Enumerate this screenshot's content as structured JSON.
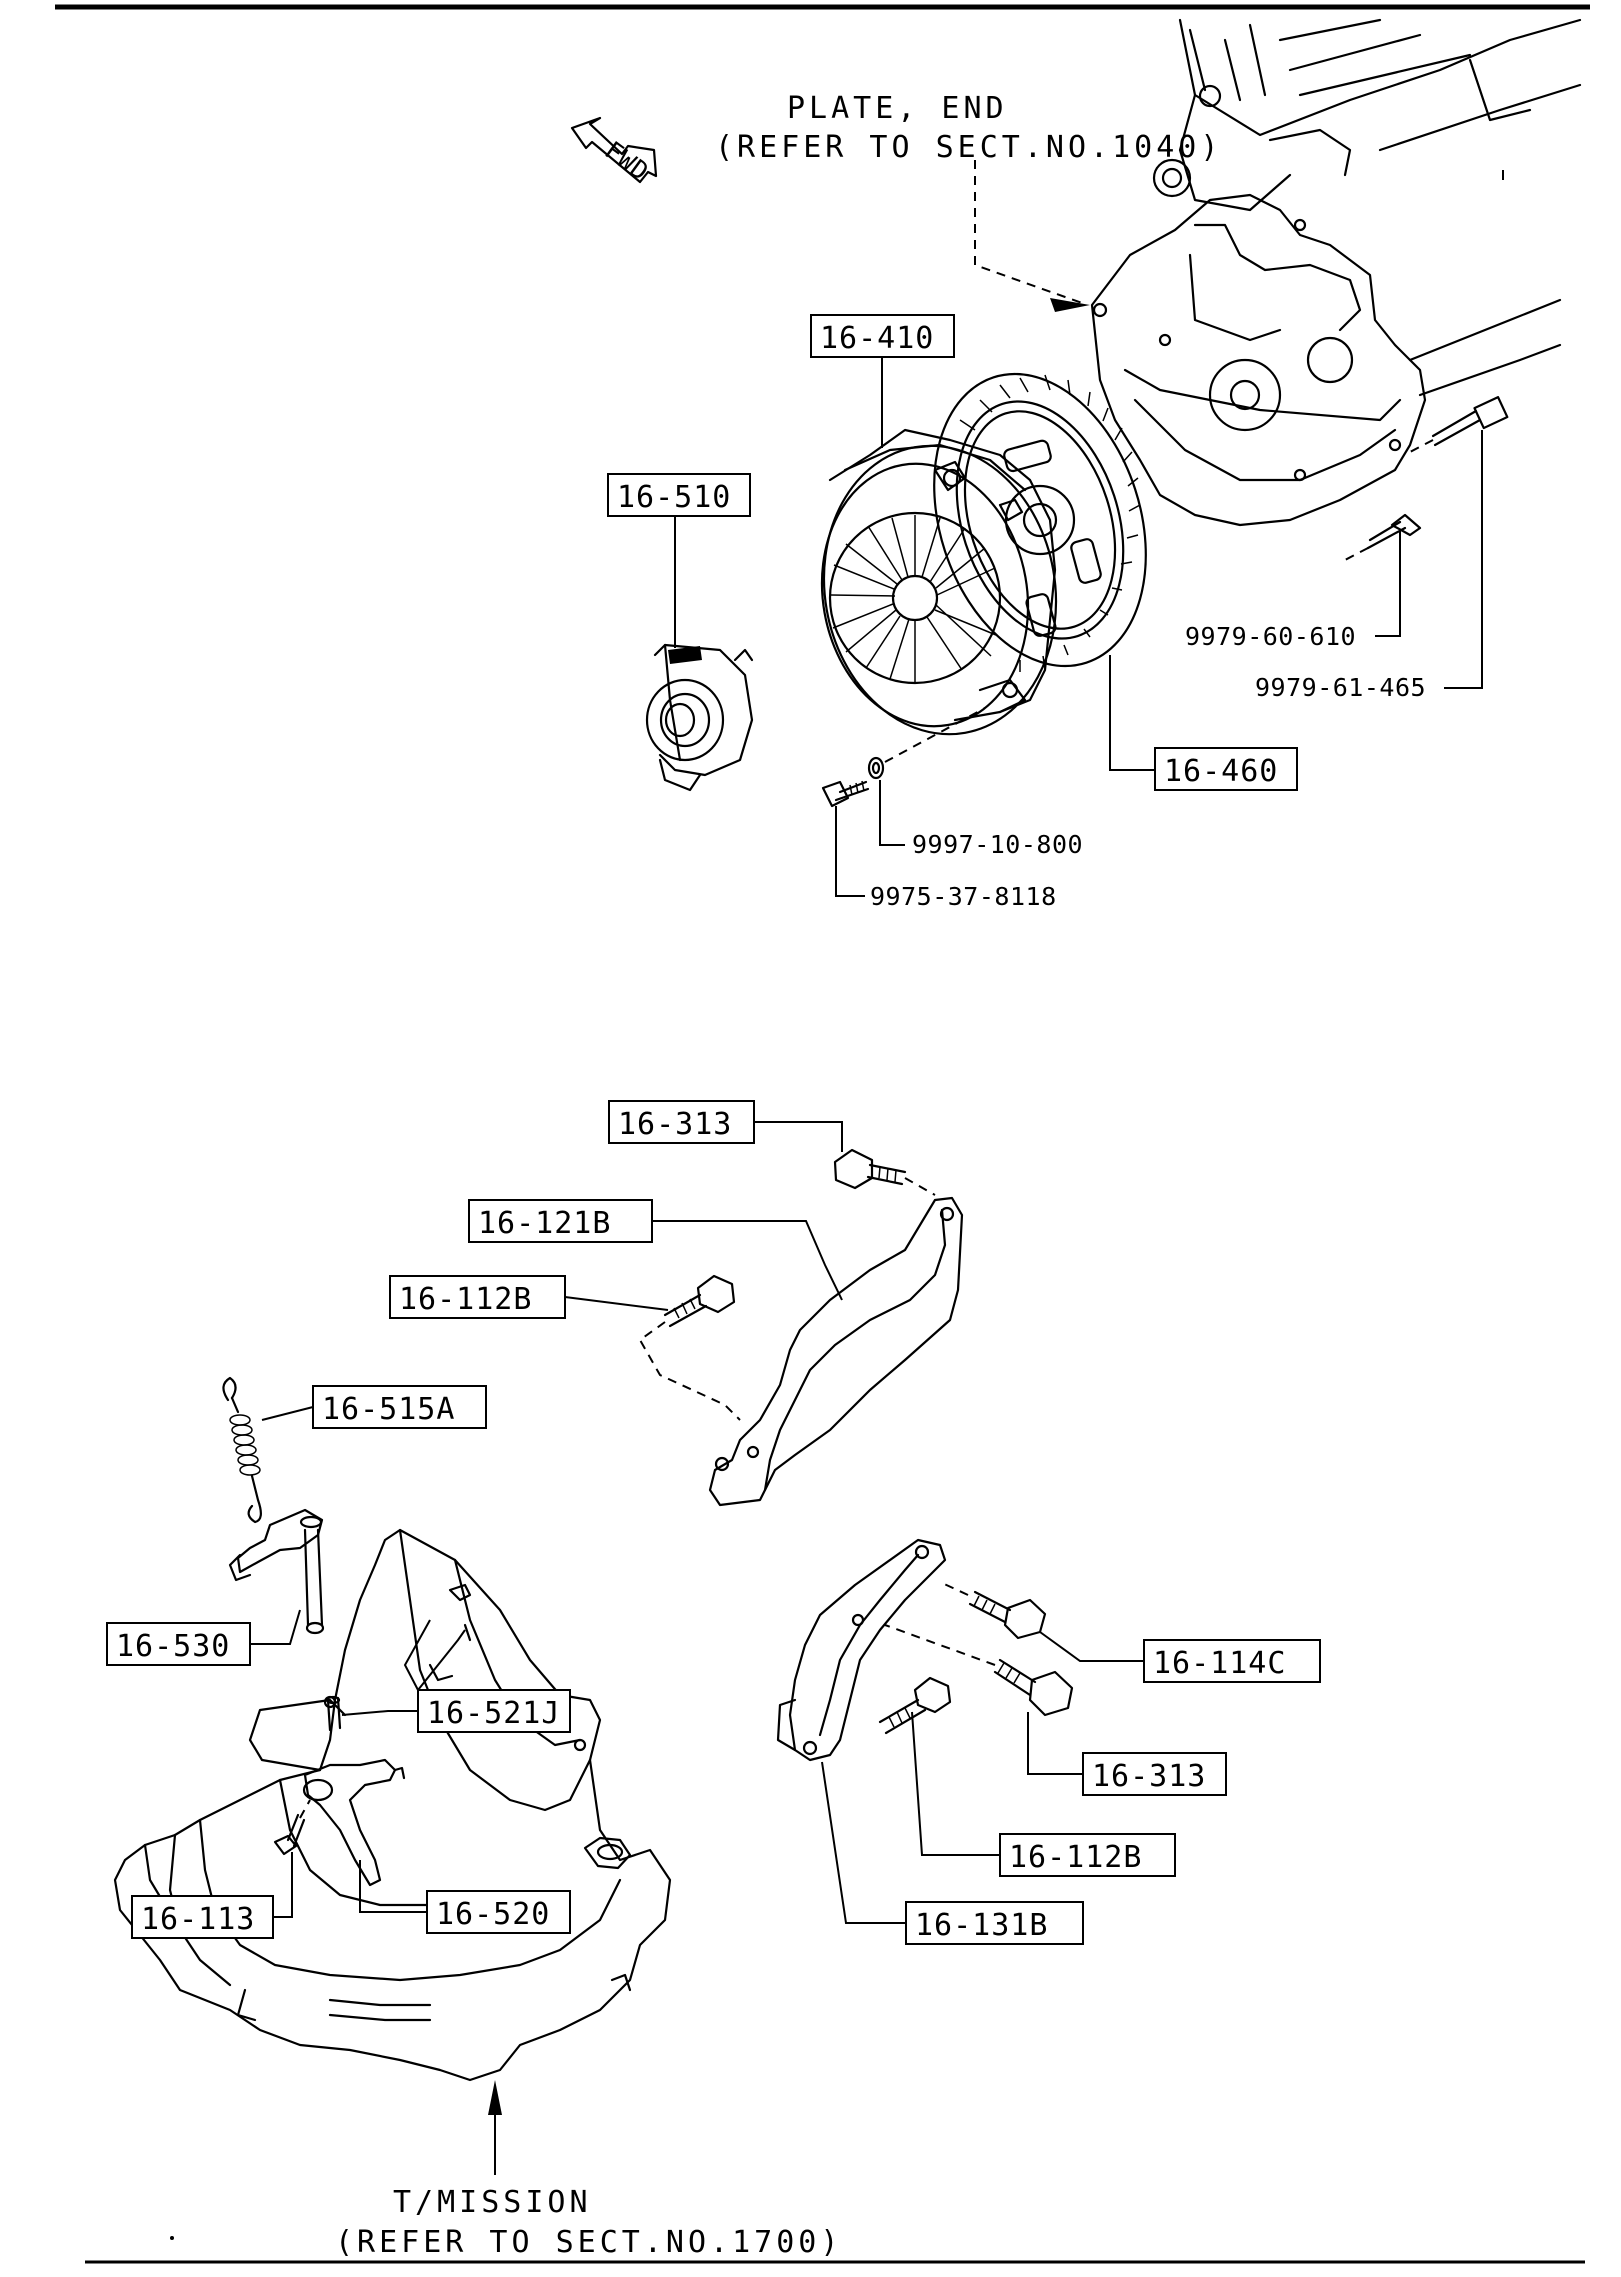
{
  "references": {
    "plate_end_title": "PLATE, END",
    "plate_end_ref": "(REFER TO SECT.NO.1040)",
    "transmission_title": "T/MISSION",
    "transmission_ref": "(REFER TO SECT.NO.1700)",
    "fwd": "FWD"
  },
  "callouts": {
    "c16_410": "16-410",
    "c16_510": "16-510",
    "c16_460": "16-460",
    "c16_313_top": "16-313",
    "c16_121B": "16-121B",
    "c16_112B_left": "16-112B",
    "c16_515A": "16-515A",
    "c16_530": "16-530",
    "c16_521J": "16-521J",
    "c16_113": "16-113",
    "c16_520": "16-520",
    "c16_114C": "16-114C",
    "c16_313_right": "16-313",
    "c16_112B_right": "16-112B",
    "c16_131B": "16-131B"
  },
  "part_numbers": {
    "p9979_60_610": "9979-60-610",
    "p9979_61_465": "9979-61-465",
    "p9997_10_800": "9997-10-800",
    "p9975_37_8118": "9975-37-8118"
  }
}
